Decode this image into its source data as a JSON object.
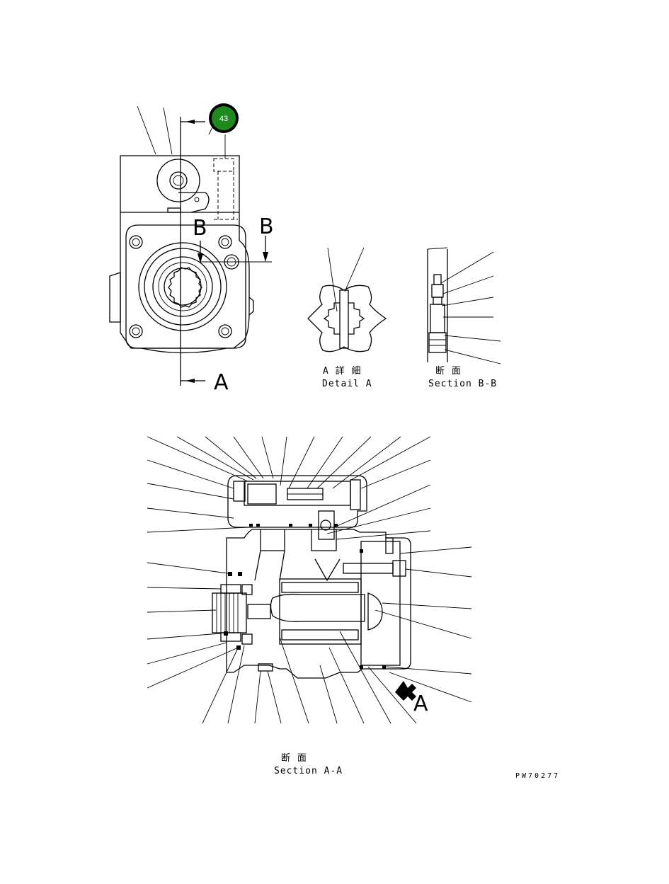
{
  "callout": {
    "number": "43",
    "color": "#1e8a1e"
  },
  "section_marks": {
    "a": "A",
    "b": "B"
  },
  "detail_a": {
    "jp": "A 詳 細",
    "en": "Detail A"
  },
  "section_bb": {
    "jp": "断 面",
    "en": "Section B-B"
  },
  "section_aa": {
    "jp": "断 面",
    "en": "Section A-A"
  },
  "drawing_code": "PW70277"
}
